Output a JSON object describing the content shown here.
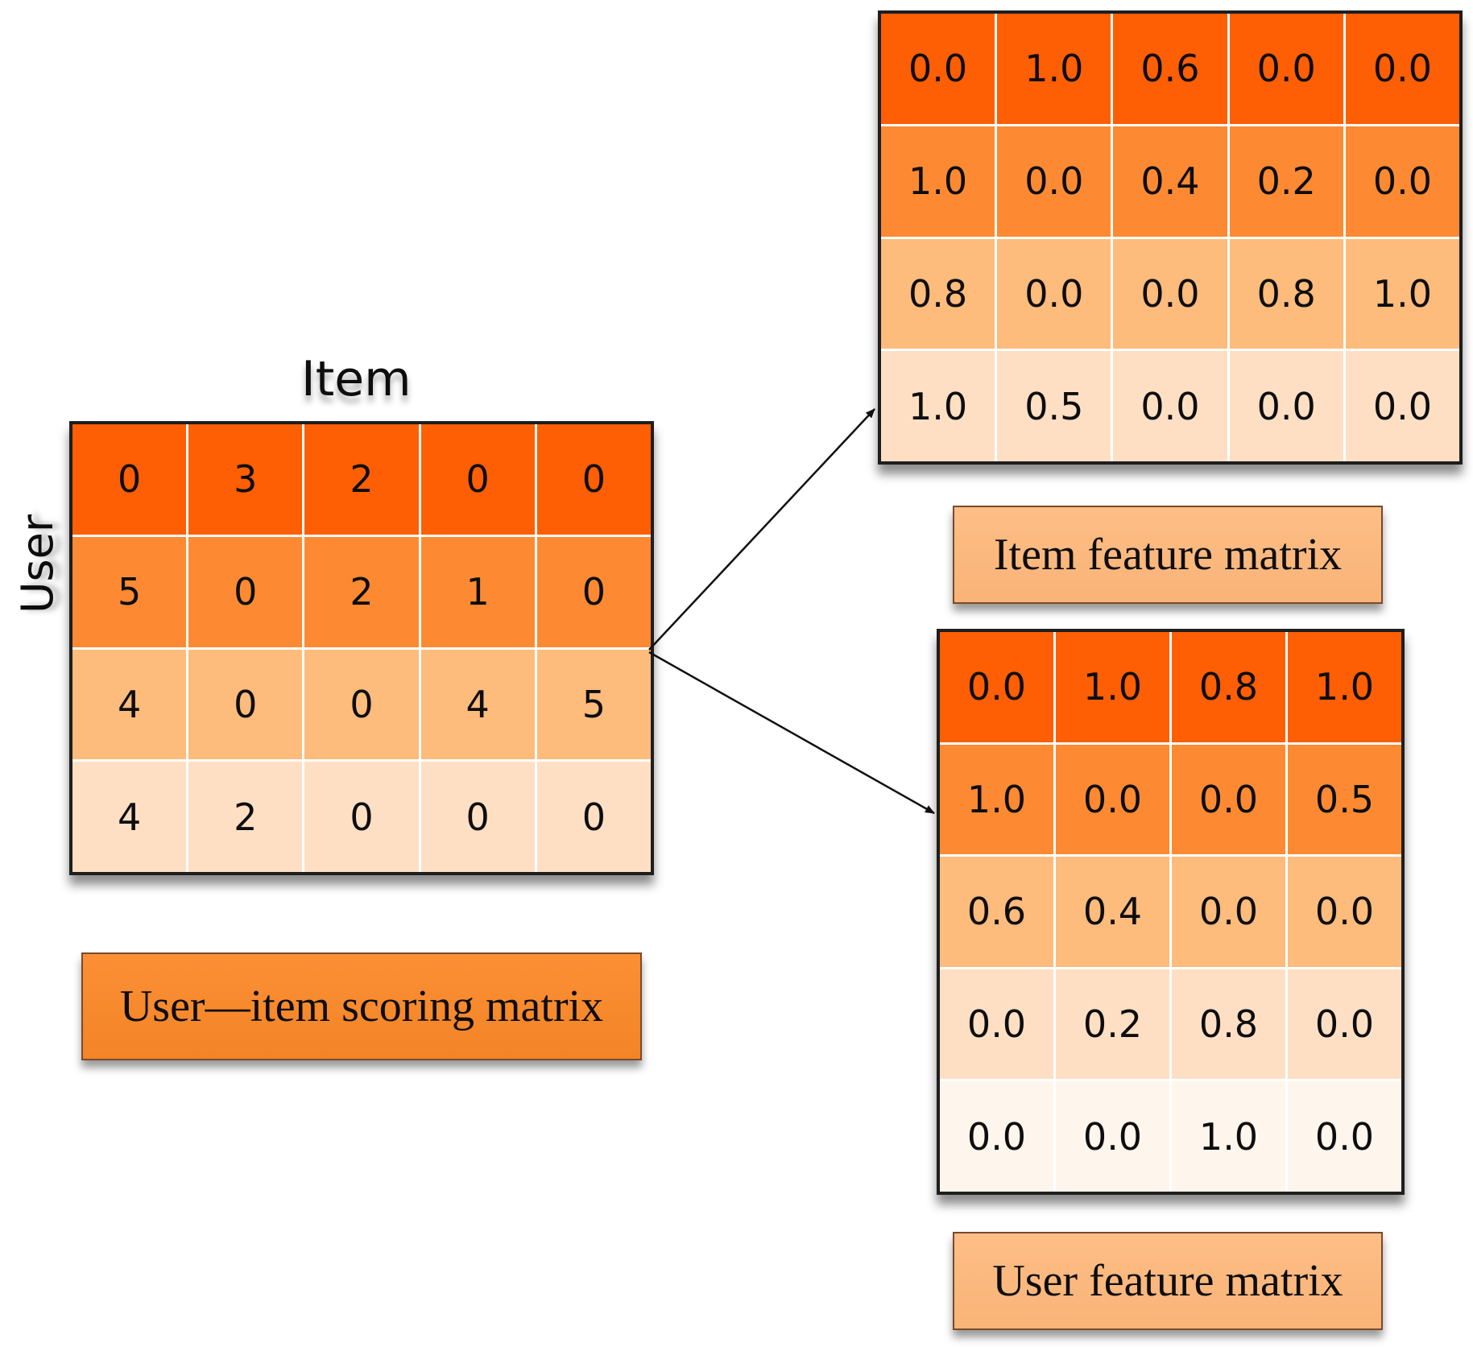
{
  "labels": {
    "item_axis": "Item",
    "user_axis": "User",
    "score_caption": "User—item scoring matrix",
    "item_feature_caption": "Item feature matrix",
    "user_feature_caption": "User feature matrix"
  },
  "colors": {
    "score_matrix_rows": [
      "#fe5e04",
      "#fd8a32",
      "#fdbb7c",
      "#fedfc4"
    ],
    "item_feature_rows": [
      "#fe5e04",
      "#fd8a32",
      "#fdbb7c",
      "#fedfc4"
    ],
    "user_feature_rows": [
      "#fe5e04",
      "#fd8a32",
      "#fdbb7c",
      "#fedfc4",
      "#fef5ed"
    ],
    "score_caption_bg": "#f38a2d",
    "feature_caption_bg": "#fbb87f",
    "arrow": "#111111"
  },
  "score_matrix": {
    "rows": [
      [
        "0",
        "3",
        "2",
        "0",
        "0"
      ],
      [
        "5",
        "0",
        "2",
        "1",
        "0"
      ],
      [
        "4",
        "0",
        "0",
        "4",
        "5"
      ],
      [
        "4",
        "2",
        "0",
        "0",
        "0"
      ]
    ]
  },
  "item_feature_matrix": {
    "rows": [
      [
        "0.0",
        "1.0",
        "0.6",
        "0.0",
        "0.0"
      ],
      [
        "1.0",
        "0.0",
        "0.4",
        "0.2",
        "0.0"
      ],
      [
        "0.8",
        "0.0",
        "0.0",
        "0.8",
        "1.0"
      ],
      [
        "1.0",
        "0.5",
        "0.0",
        "0.0",
        "0.0"
      ]
    ]
  },
  "user_feature_matrix": {
    "rows": [
      [
        "0.0",
        "1.0",
        "0.8",
        "1.0"
      ],
      [
        "1.0",
        "0.0",
        "0.0",
        "0.5"
      ],
      [
        "0.6",
        "0.4",
        "0.0",
        "0.0"
      ],
      [
        "0.0",
        "0.2",
        "0.8",
        "0.0"
      ],
      [
        "0.0",
        "0.0",
        "1.0",
        "0.0"
      ]
    ]
  }
}
